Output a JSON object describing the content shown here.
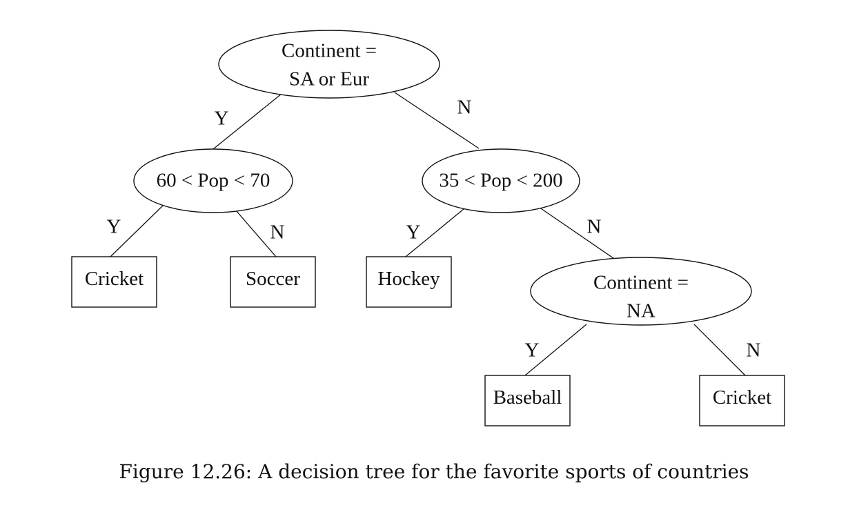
{
  "diagram": {
    "type": "decision-tree",
    "nodes": {
      "root": {
        "shape": "ellipse",
        "lines": [
          "Continent =",
          "SA or Eur"
        ]
      },
      "pop_small": {
        "shape": "ellipse",
        "lines": [
          "60 < Pop < 70"
        ]
      },
      "pop_large": {
        "shape": "ellipse",
        "lines": [
          "35 < Pop < 200"
        ]
      },
      "continent_na": {
        "shape": "ellipse",
        "lines": [
          "Continent =",
          "NA"
        ]
      },
      "leaf_cricket_1": {
        "shape": "box",
        "lines": [
          "Cricket"
        ]
      },
      "leaf_soccer": {
        "shape": "box",
        "lines": [
          "Soccer"
        ]
      },
      "leaf_hockey": {
        "shape": "box",
        "lines": [
          "Hockey"
        ]
      },
      "leaf_baseball": {
        "shape": "box",
        "lines": [
          "Baseball"
        ]
      },
      "leaf_cricket_2": {
        "shape": "box",
        "lines": [
          "Cricket"
        ]
      }
    },
    "edges": [
      {
        "from": "root",
        "to": "pop_small",
        "label": "Y"
      },
      {
        "from": "root",
        "to": "pop_large",
        "label": "N"
      },
      {
        "from": "pop_small",
        "to": "leaf_cricket_1",
        "label": "Y"
      },
      {
        "from": "pop_small",
        "to": "leaf_soccer",
        "label": "N"
      },
      {
        "from": "pop_large",
        "to": "leaf_hockey",
        "label": "Y"
      },
      {
        "from": "pop_large",
        "to": "continent_na",
        "label": "N"
      },
      {
        "from": "continent_na",
        "to": "leaf_baseball",
        "label": "Y"
      },
      {
        "from": "continent_na",
        "to": "leaf_cricket_2",
        "label": "N"
      }
    ]
  },
  "caption": "Figure 12.26: A decision tree for the favorite sports of countries"
}
